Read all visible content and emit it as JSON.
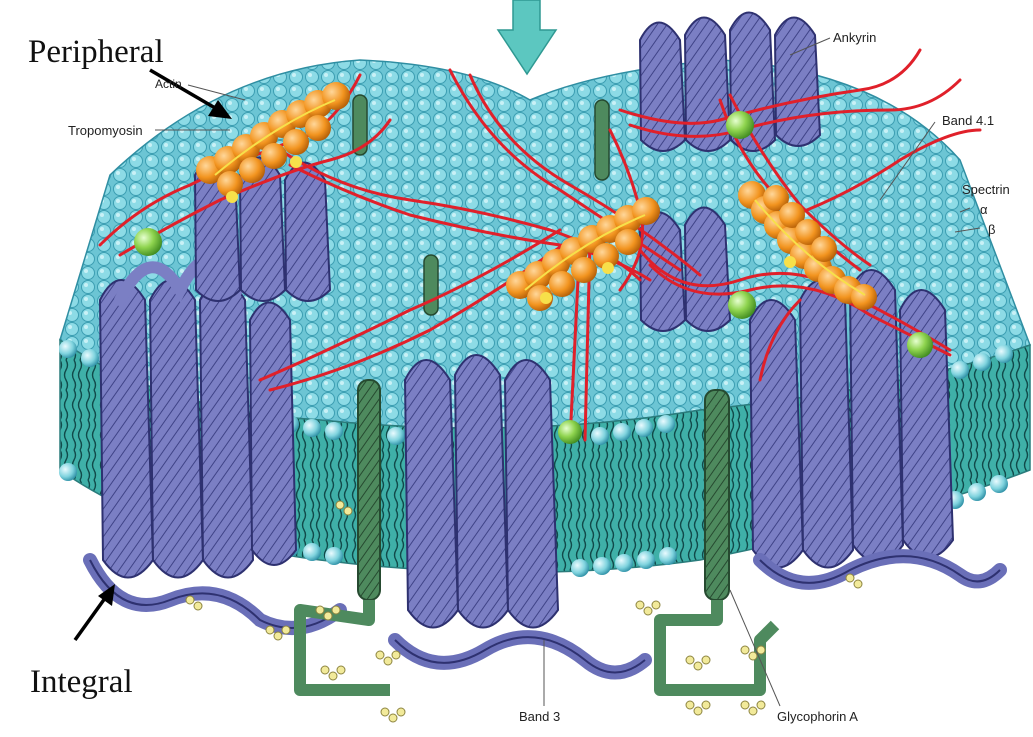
{
  "labels": {
    "peripheral": "Peripheral",
    "integral": "Integral",
    "actin": "Actin",
    "tropomyosin": "Tropomyosin",
    "ankyrin": "Ankyrin",
    "band41": "Band 4.1",
    "spectrin": "Spectrin",
    "alpha": "α",
    "beta": "β",
    "band3": "Band 3",
    "glycophorin": "Glycophorin A"
  },
  "colors": {
    "lipid_head": "#7fd3de",
    "lipid_head_dark": "#3aa8bc",
    "membrane_core": "#4fb6b0",
    "band3_protein": "#7b7fc4",
    "band3_stroke": "#3f4387",
    "glycophorin": "#4e8a5e",
    "spectrin": "#e0202a",
    "actin_complex": "#f2941f",
    "ankyrin_ball": "#8fd44f",
    "sugar": "#f2ea9a",
    "arrow_teal": "#5cc7c0"
  },
  "icons": {
    "top_arrow": "down-arrow-icon",
    "pointer_arrows": "black-pointer-arrow"
  }
}
